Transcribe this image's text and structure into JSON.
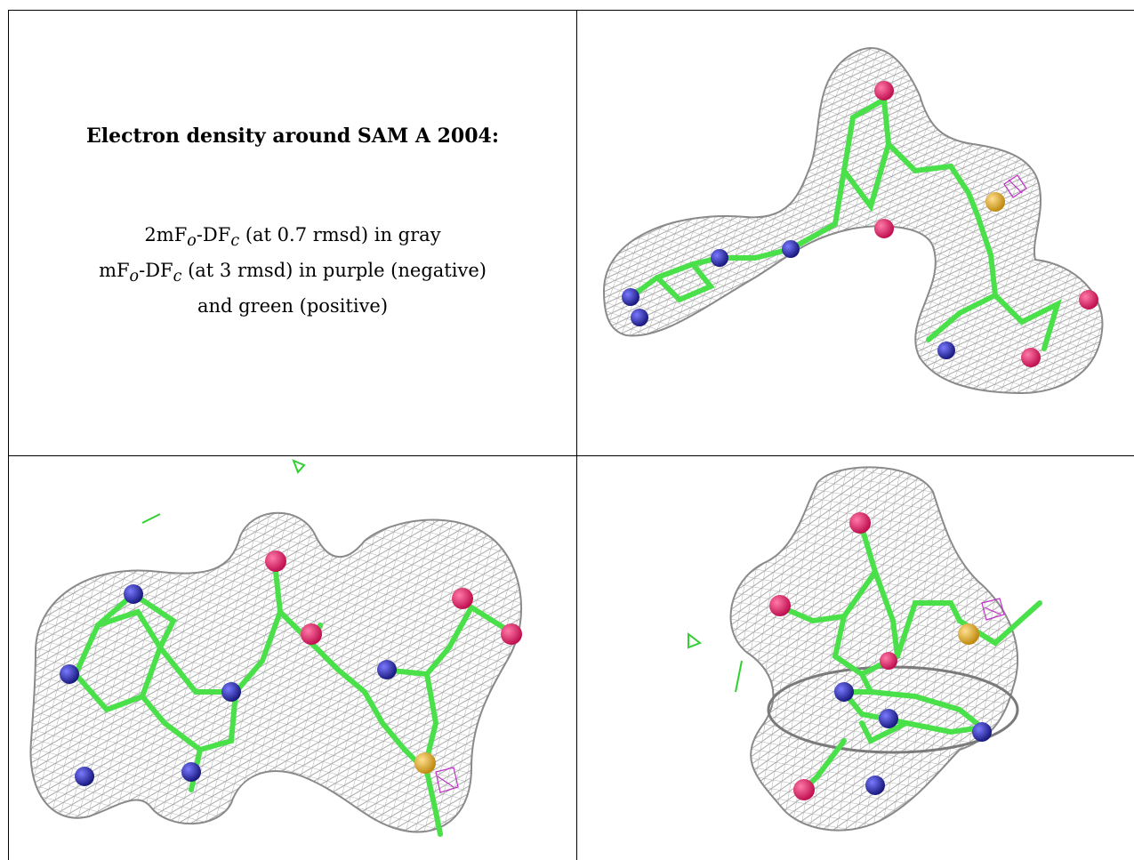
{
  "caption": {
    "title": "Electron density around SAM A 2004:",
    "lines": {
      "l1_pre": "2mF",
      "l1_o": "o",
      "l1_mid": "-DF",
      "l1_c": "c",
      "l1_post": " (at 0.7 rmsd) in gray",
      "l2_pre": "mF",
      "l2_o": "o",
      "l2_mid": "-DF",
      "l2_c": "c",
      "l2_post": " (at 3 rmsd) in purple (negative)",
      "l3": "and green (positive)"
    }
  },
  "panels": [
    {
      "name": "view-1"
    },
    {
      "name": "view-2"
    },
    {
      "name": "view-3"
    }
  ],
  "colors": {
    "mesh": "#9a9a9a",
    "carbon": "#49e04a",
    "nitrogen": "#3a3ab8",
    "oxygen": "#e0286a",
    "sulfur": "#e8b830",
    "negative": "#c030c8",
    "positive": "#30d030"
  }
}
